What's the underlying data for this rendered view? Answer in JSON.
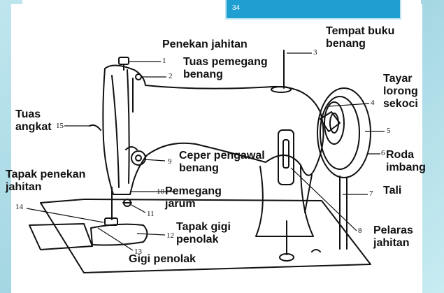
{
  "slide": {
    "page_number": "34"
  },
  "labels": {
    "penekan_jahitan": "Penekan jahitan",
    "tempat_buku_benang": "Tempat buku\nbenang",
    "tuas_pemegang_benang": "Tuas pemegang\nbenang",
    "tayar_lorong_sekoci": "Tayar\nlorong\nsekoci",
    "tuas_angkat": "Tuas\nangkat",
    "ceper_pengawal_benang": "Ceper pengawal\nbenang",
    "roda_imbang": "Roda\nimbang",
    "tapak_penekan_jahitan": "Tapak penekan\njahitan",
    "pemegang_jarum": "Pemegang\njarum",
    "tali": "Tali",
    "tapak_gigi_penolak": "Tapak gigi\npenolak",
    "pelaras_jahitan": "Pelaras\njahitan",
    "gigi_penolak": "Gigi penolak"
  },
  "numbers": [
    "1",
    "2",
    "3",
    "4",
    "5",
    "6",
    "7",
    "8",
    "9",
    "10",
    "11",
    "12",
    "13",
    "14",
    "15"
  ],
  "colors": {
    "background": "#9ed3e0",
    "tab": "#1f9fd1",
    "ink": "#111111"
  }
}
